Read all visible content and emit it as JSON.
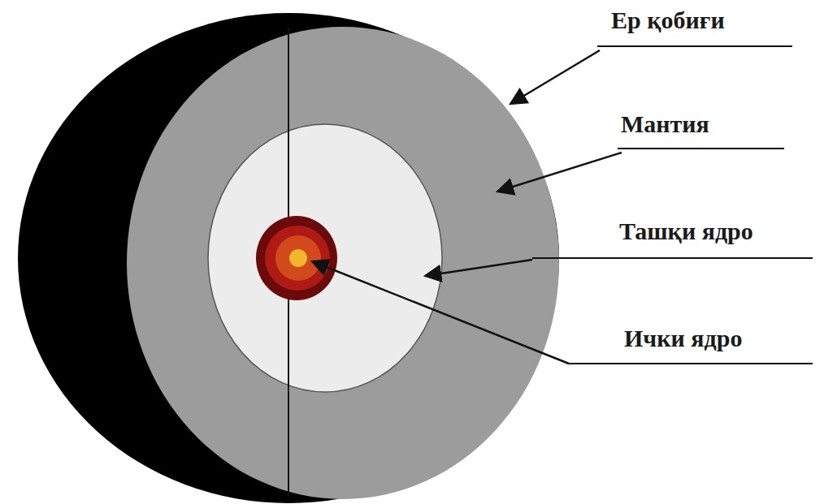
{
  "diagram": {
    "labels": [
      "Ер қобиғи",
      "Мантия",
      "Ташқи ядро",
      "Ички ядро"
    ]
  }
}
